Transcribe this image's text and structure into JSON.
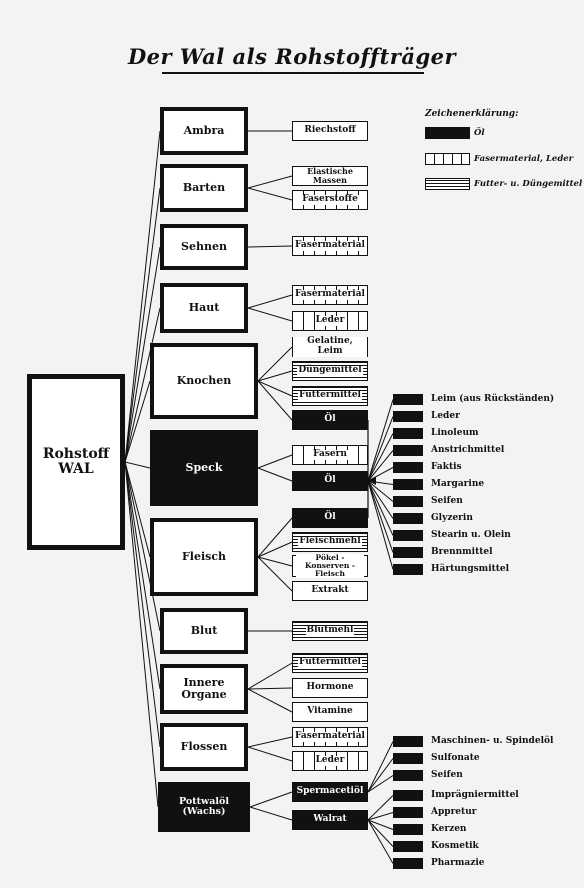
{
  "title": "Der Wal als Rohstoffträger",
  "root": {
    "line1": "Rohstoff",
    "line2": "WAL"
  },
  "legend": {
    "title": "Zeichenerklärung:",
    "items": [
      {
        "kind": "oil",
        "label": "Öl"
      },
      {
        "kind": "fiber",
        "label": "Fasermaterial, Leder"
      },
      {
        "kind": "feed",
        "label": "Futter- u. Düngemittel"
      }
    ]
  },
  "categories": [
    {
      "id": "ambra",
      "label": "Ambra"
    },
    {
      "id": "barten",
      "label": "Barten"
    },
    {
      "id": "sehnen",
      "label": "Sehnen"
    },
    {
      "id": "haut",
      "label": "Haut"
    },
    {
      "id": "knochen",
      "label": "Knochen"
    },
    {
      "id": "speck",
      "label": "Speck"
    },
    {
      "id": "fleisch",
      "label": "Fleisch"
    },
    {
      "id": "blut",
      "label": "Blut"
    },
    {
      "id": "organe",
      "label": "Innere Organe"
    },
    {
      "id": "flossen",
      "label": "Flossen"
    },
    {
      "id": "pottwal",
      "label": "Pottwalöl (Wachs)"
    }
  ],
  "products": [
    {
      "id": "p1",
      "label": "Riechstoff",
      "kind": "plain"
    },
    {
      "id": "p2",
      "label": "Elastische Massen",
      "kind": "plain"
    },
    {
      "id": "p3",
      "label": "Faserstoffe",
      "kind": "fiber"
    },
    {
      "id": "p4",
      "label": "Fasermaterial",
      "kind": "fiber"
    },
    {
      "id": "p5",
      "label": "Fasermaterial",
      "kind": "fiber"
    },
    {
      "id": "p6",
      "label": "Leder",
      "kind": "fiber"
    },
    {
      "id": "p7",
      "label": "Gelatine, Leim",
      "kind": "plain"
    },
    {
      "id": "p8",
      "label": "Düngemittel",
      "kind": "feed"
    },
    {
      "id": "p9",
      "label": "Futtermittel",
      "kind": "feed"
    },
    {
      "id": "p10",
      "label": "Öl",
      "kind": "oil"
    },
    {
      "id": "p11",
      "label": "Fasern",
      "kind": "fiber"
    },
    {
      "id": "p12",
      "label": "Öl",
      "kind": "oil"
    },
    {
      "id": "p13",
      "label": "Öl",
      "kind": "oil"
    },
    {
      "id": "p14",
      "label": "Fleischmehl",
      "kind": "feed"
    },
    {
      "id": "p15",
      "label": "Pökel - Konserven - Fleisch",
      "kind": "plain"
    },
    {
      "id": "p16",
      "label": "Extrakt",
      "kind": "plain"
    },
    {
      "id": "p17",
      "label": "Blutmehl",
      "kind": "feed"
    },
    {
      "id": "p18",
      "label": "Futtermittel",
      "kind": "feed"
    },
    {
      "id": "p19",
      "label": "Hormone",
      "kind": "plain"
    },
    {
      "id": "p20",
      "label": "Vitamine",
      "kind": "plain"
    },
    {
      "id": "p21",
      "label": "Fasermaterial",
      "kind": "fiber"
    },
    {
      "id": "p22",
      "label": "Leder",
      "kind": "fiber"
    },
    {
      "id": "p23",
      "label": "Spermacetiöl",
      "kind": "oil"
    },
    {
      "id": "p24",
      "label": "Walrat",
      "kind": "oil"
    }
  ],
  "oil_products": [
    "Leim (aus Rückständen)",
    "Leder",
    "Linoleum",
    "Anstrichmittel",
    "Faktis",
    "Margarine",
    "Seifen",
    "Glyzerin",
    "Stearin u. Olein",
    "Brennmittel",
    "Härtungsmittel"
  ],
  "spermaceti_oil_products": [
    "Maschinen- u. Spindelöl",
    "Sulfonate",
    "Seifen"
  ],
  "walrat_products": [
    "Imprägniermittel",
    "Appretur",
    "Kerzen",
    "Kosmetik",
    "Pharmazie"
  ]
}
